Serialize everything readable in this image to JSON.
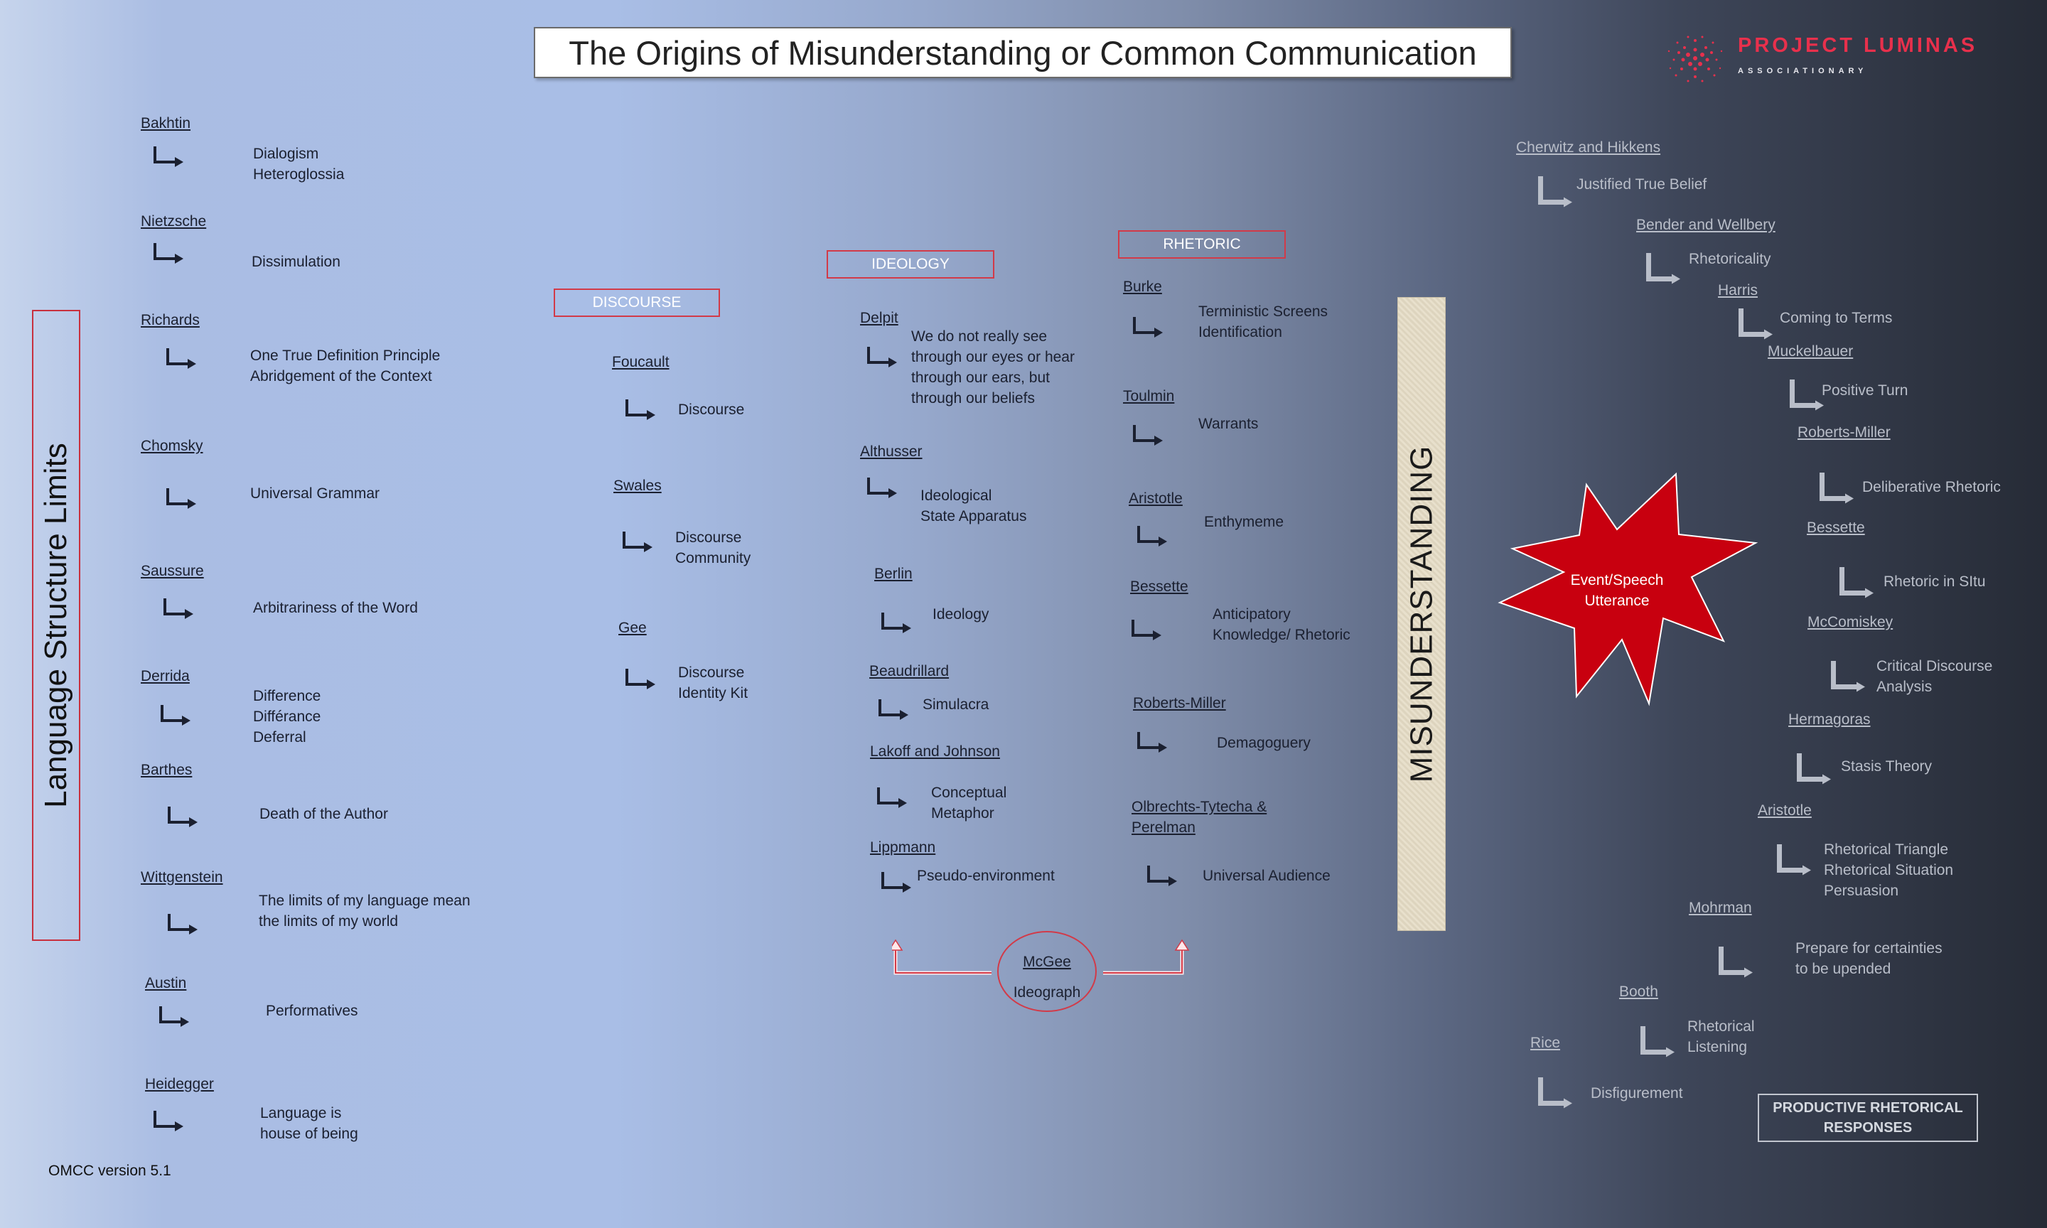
{
  "title": "The Origins of Misunderstanding or Common Communication",
  "logo": {
    "name": "PROJECT LUMINAS",
    "tagline": "ASSOCIATIONARY",
    "color": "#e8304c"
  },
  "left_label": "Language Structure Limits",
  "center_label": "MISUNDERSTANDING",
  "version": "OMCC version 5.1",
  "headers": {
    "discourse": "DISCOURSE",
    "ideology": "IDEOLOGY",
    "rhetoric": "RHETORIC"
  },
  "mcgee": {
    "name": "McGee",
    "concept": "Ideograph"
  },
  "event": [
    "Event/Speech",
    "Utterance"
  ],
  "productive": [
    "PRODUCTIVE RHETORICAL",
    "RESPONSES"
  ],
  "language": [
    {
      "name": "Bakhtin",
      "lines": [
        "Dialogism",
        "Heteroglossia"
      ]
    },
    {
      "name": "Nietzsche",
      "lines": [
        "Dissimulation"
      ]
    },
    {
      "name": "Richards",
      "lines": [
        "One True Definition Principle",
        "Abridgement of the Context"
      ]
    },
    {
      "name": "Chomsky",
      "lines": [
        "Universal Grammar"
      ]
    },
    {
      "name": "Saussure",
      "lines": [
        "Arbitrariness of the Word"
      ]
    },
    {
      "name": "Derrida",
      "lines": [
        "Difference",
        "Différance",
        "Deferral"
      ]
    },
    {
      "name": "Barthes",
      "lines": [
        "Death of the Author"
      ]
    },
    {
      "name": "Wittgenstein",
      "lines": [
        "The limits of my language mean",
        "the limits of my world"
      ]
    },
    {
      "name": "Austin",
      "lines": [
        "Performatives"
      ]
    },
    {
      "name": "Heidegger",
      "lines": [
        "Language is",
        "house of being"
      ]
    }
  ],
  "discourse": [
    {
      "name": "Foucault",
      "lines": [
        "Discourse"
      ]
    },
    {
      "name": "Swales",
      "lines": [
        "Discourse",
        "Community"
      ]
    },
    {
      "name": "Gee",
      "lines": [
        "Discourse",
        "Identity Kit"
      ]
    }
  ],
  "ideology": [
    {
      "name": "Delpit",
      "lines": [
        "We do not really see",
        "through our eyes or hear",
        "through our ears, but",
        "through our beliefs"
      ]
    },
    {
      "name": "Althusser",
      "lines": [
        "Ideological",
        "State Apparatus"
      ]
    },
    {
      "name": "Berlin",
      "lines": [
        "Ideology"
      ]
    },
    {
      "name": "Beaudrillard",
      "lines": [
        "Simulacra"
      ]
    },
    {
      "name": "Lakoff and Johnson",
      "lines": [
        "Conceptual",
        "Metaphor"
      ]
    },
    {
      "name": "Lippmann",
      "lines": [
        "Pseudo-environment"
      ]
    }
  ],
  "rhetoric": [
    {
      "name": "Burke",
      "lines": [
        "Terministic Screens",
        "Identification"
      ]
    },
    {
      "name": "Toulmin",
      "lines": [
        "Warrants"
      ]
    },
    {
      "name": "Aristotle",
      "lines": [
        "Enthymeme"
      ]
    },
    {
      "name": "Bessette",
      "lines": [
        "Anticipatory",
        "Knowledge/ Rhetoric"
      ]
    },
    {
      "name": "Roberts-Miller",
      "lines": [
        "Demagoguery"
      ]
    },
    {
      "name": "Olbrechts-Tytecha &",
      "name2": "Perelman",
      "lines": [
        "Universal Audience"
      ]
    }
  ],
  "responses": [
    {
      "name": "Cherwitz and Hikkens",
      "lines": [
        "Justified True Belief"
      ]
    },
    {
      "name": "Bender and Wellbery",
      "lines": [
        "Rhetoricality"
      ]
    },
    {
      "name": "Harris",
      "lines": [
        "Coming to Terms"
      ]
    },
    {
      "name": "Muckelbauer",
      "lines": [
        "Positive Turn"
      ]
    },
    {
      "name": "Roberts-Miller",
      "lines": [
        "Deliberative Rhetoric"
      ]
    },
    {
      "name": "Bessette",
      "lines": [
        "Rhetoric in SItu"
      ]
    },
    {
      "name": "McComiskey",
      "lines": [
        "Critical Discourse",
        "Analysis"
      ]
    },
    {
      "name": "Hermagoras",
      "lines": [
        "Stasis Theory"
      ]
    },
    {
      "name": "Aristotle",
      "lines": [
        "Rhetorical Triangle",
        "Rhetorical Situation",
        "Persuasion"
      ]
    },
    {
      "name": "Mohrman",
      "lines": [
        "Prepare for certainties",
        "to be upended"
      ]
    },
    {
      "name": "Booth",
      "lines": [
        "Rhetorical",
        "Listening"
      ]
    },
    {
      "name": "Rice",
      "lines": [
        "Disfigurement"
      ]
    }
  ]
}
